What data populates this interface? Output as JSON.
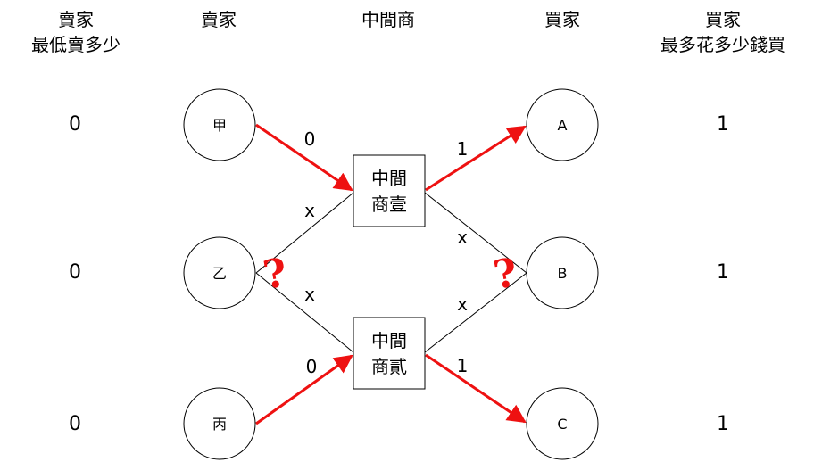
{
  "headers": {
    "seller_min_line1": "賣家",
    "seller_min_line2": "最低賣多少",
    "sellers": "賣家",
    "middlemen": "中間商",
    "buyers": "買家",
    "buyer_max_line1": "買家",
    "buyer_max_line2": "最多花多少錢買"
  },
  "seller_min_prices": [
    "0",
    "0",
    "0"
  ],
  "buyer_max_prices": [
    "1",
    "1",
    "1"
  ],
  "sellers": [
    "甲",
    "乙",
    "丙"
  ],
  "buyers": [
    "A",
    "B",
    "C"
  ],
  "middlemen": [
    {
      "line1": "中間",
      "line2": "商壹"
    },
    {
      "line1": "中間",
      "line2": "商貳"
    }
  ],
  "edge_labels": {
    "jia_to_m1": "0",
    "m1_to_a": "1",
    "yi_to_m1": "x",
    "m1_to_b": "x",
    "yi_to_m2": "x",
    "m2_to_b": "x",
    "bing_to_m2": "0",
    "m2_to_c": "1"
  },
  "question_marks": [
    "?",
    "?"
  ],
  "colors": {
    "highlight": "#ee1111",
    "line": "#000000"
  }
}
